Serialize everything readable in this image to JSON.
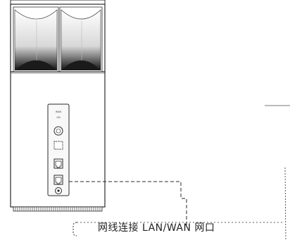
{
  "callout": {
    "label": "网线连接 LAN/WAN 网口"
  },
  "panel_markings": {
    "top": "WAN",
    "second": "ON"
  },
  "colors": {
    "line": "#2a2a2a",
    "shade": "#222222",
    "body_fill": "#ffffff",
    "panel_fill": "#f8f8f8"
  }
}
